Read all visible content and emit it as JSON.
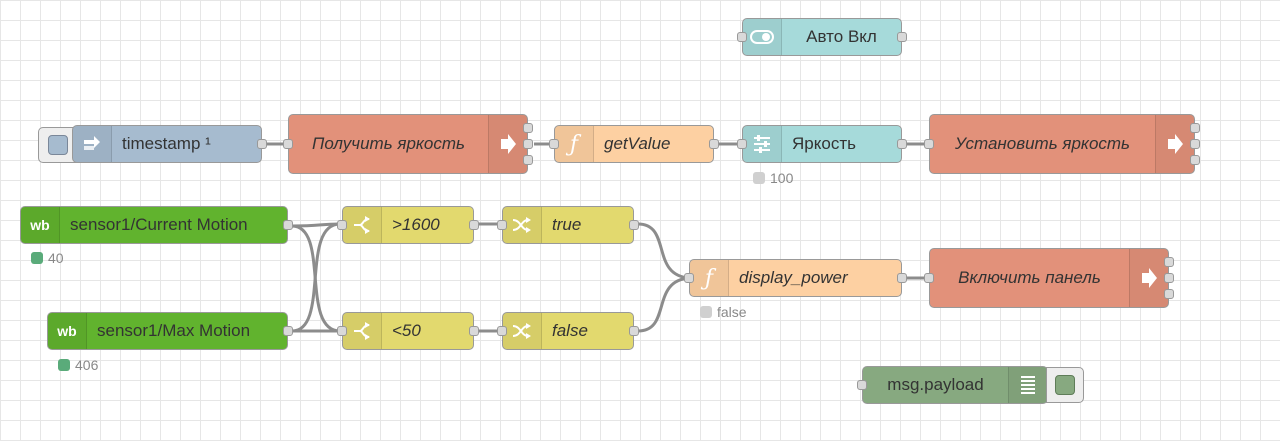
{
  "colors": {
    "inject": "#a6bbcf",
    "function": "#fdd0a2",
    "action": "#e2917a",
    "switch": "#e2d96e",
    "change": "#e2d96e",
    "range": "#a6dada",
    "ui": "#a6dada",
    "wb": "#61b32e",
    "debug": "#87a980",
    "status_green": "#5aab7a",
    "status_grey": "#d0d0d0"
  },
  "nodes": {
    "auto_switch": {
      "label": "Авто Вкл",
      "icon": "toggle-icon"
    },
    "timestamp": {
      "label": "timestamp ¹",
      "icon": "inject-arrow-icon"
    },
    "get_brightness": {
      "label": "Получить яркость",
      "icon": "arrow-right-icon"
    },
    "get_value": {
      "label": "getValue",
      "icon": "function-icon"
    },
    "brightness": {
      "label": "Яркость",
      "icon": "sliders-icon",
      "status": "100"
    },
    "set_brightness": {
      "label": "Установить яркость",
      "icon": "arrow-right-icon"
    },
    "sensor_current": {
      "label": "sensor1/Current Motion",
      "icon": "wb-logo-icon",
      "icon_text": "wb",
      "status": "40"
    },
    "sensor_max": {
      "label": "sensor1/Max Motion",
      "icon": "wb-logo-icon",
      "icon_text": "wb",
      "status": "406"
    },
    "switch_gt": {
      "label": ">1600",
      "icon": "switch-icon"
    },
    "switch_lt": {
      "label": "<50",
      "icon": "switch-icon"
    },
    "change_true": {
      "label": "true",
      "icon": "shuffle-icon"
    },
    "change_false": {
      "label": "false",
      "icon": "shuffle-icon"
    },
    "display_power": {
      "label": "display_power",
      "icon": "function-icon",
      "status": "false"
    },
    "enable_panel": {
      "label": "Включить панель",
      "icon": "arrow-right-icon"
    },
    "debug": {
      "label": "msg.payload",
      "icon": "debug-list-icon"
    }
  }
}
